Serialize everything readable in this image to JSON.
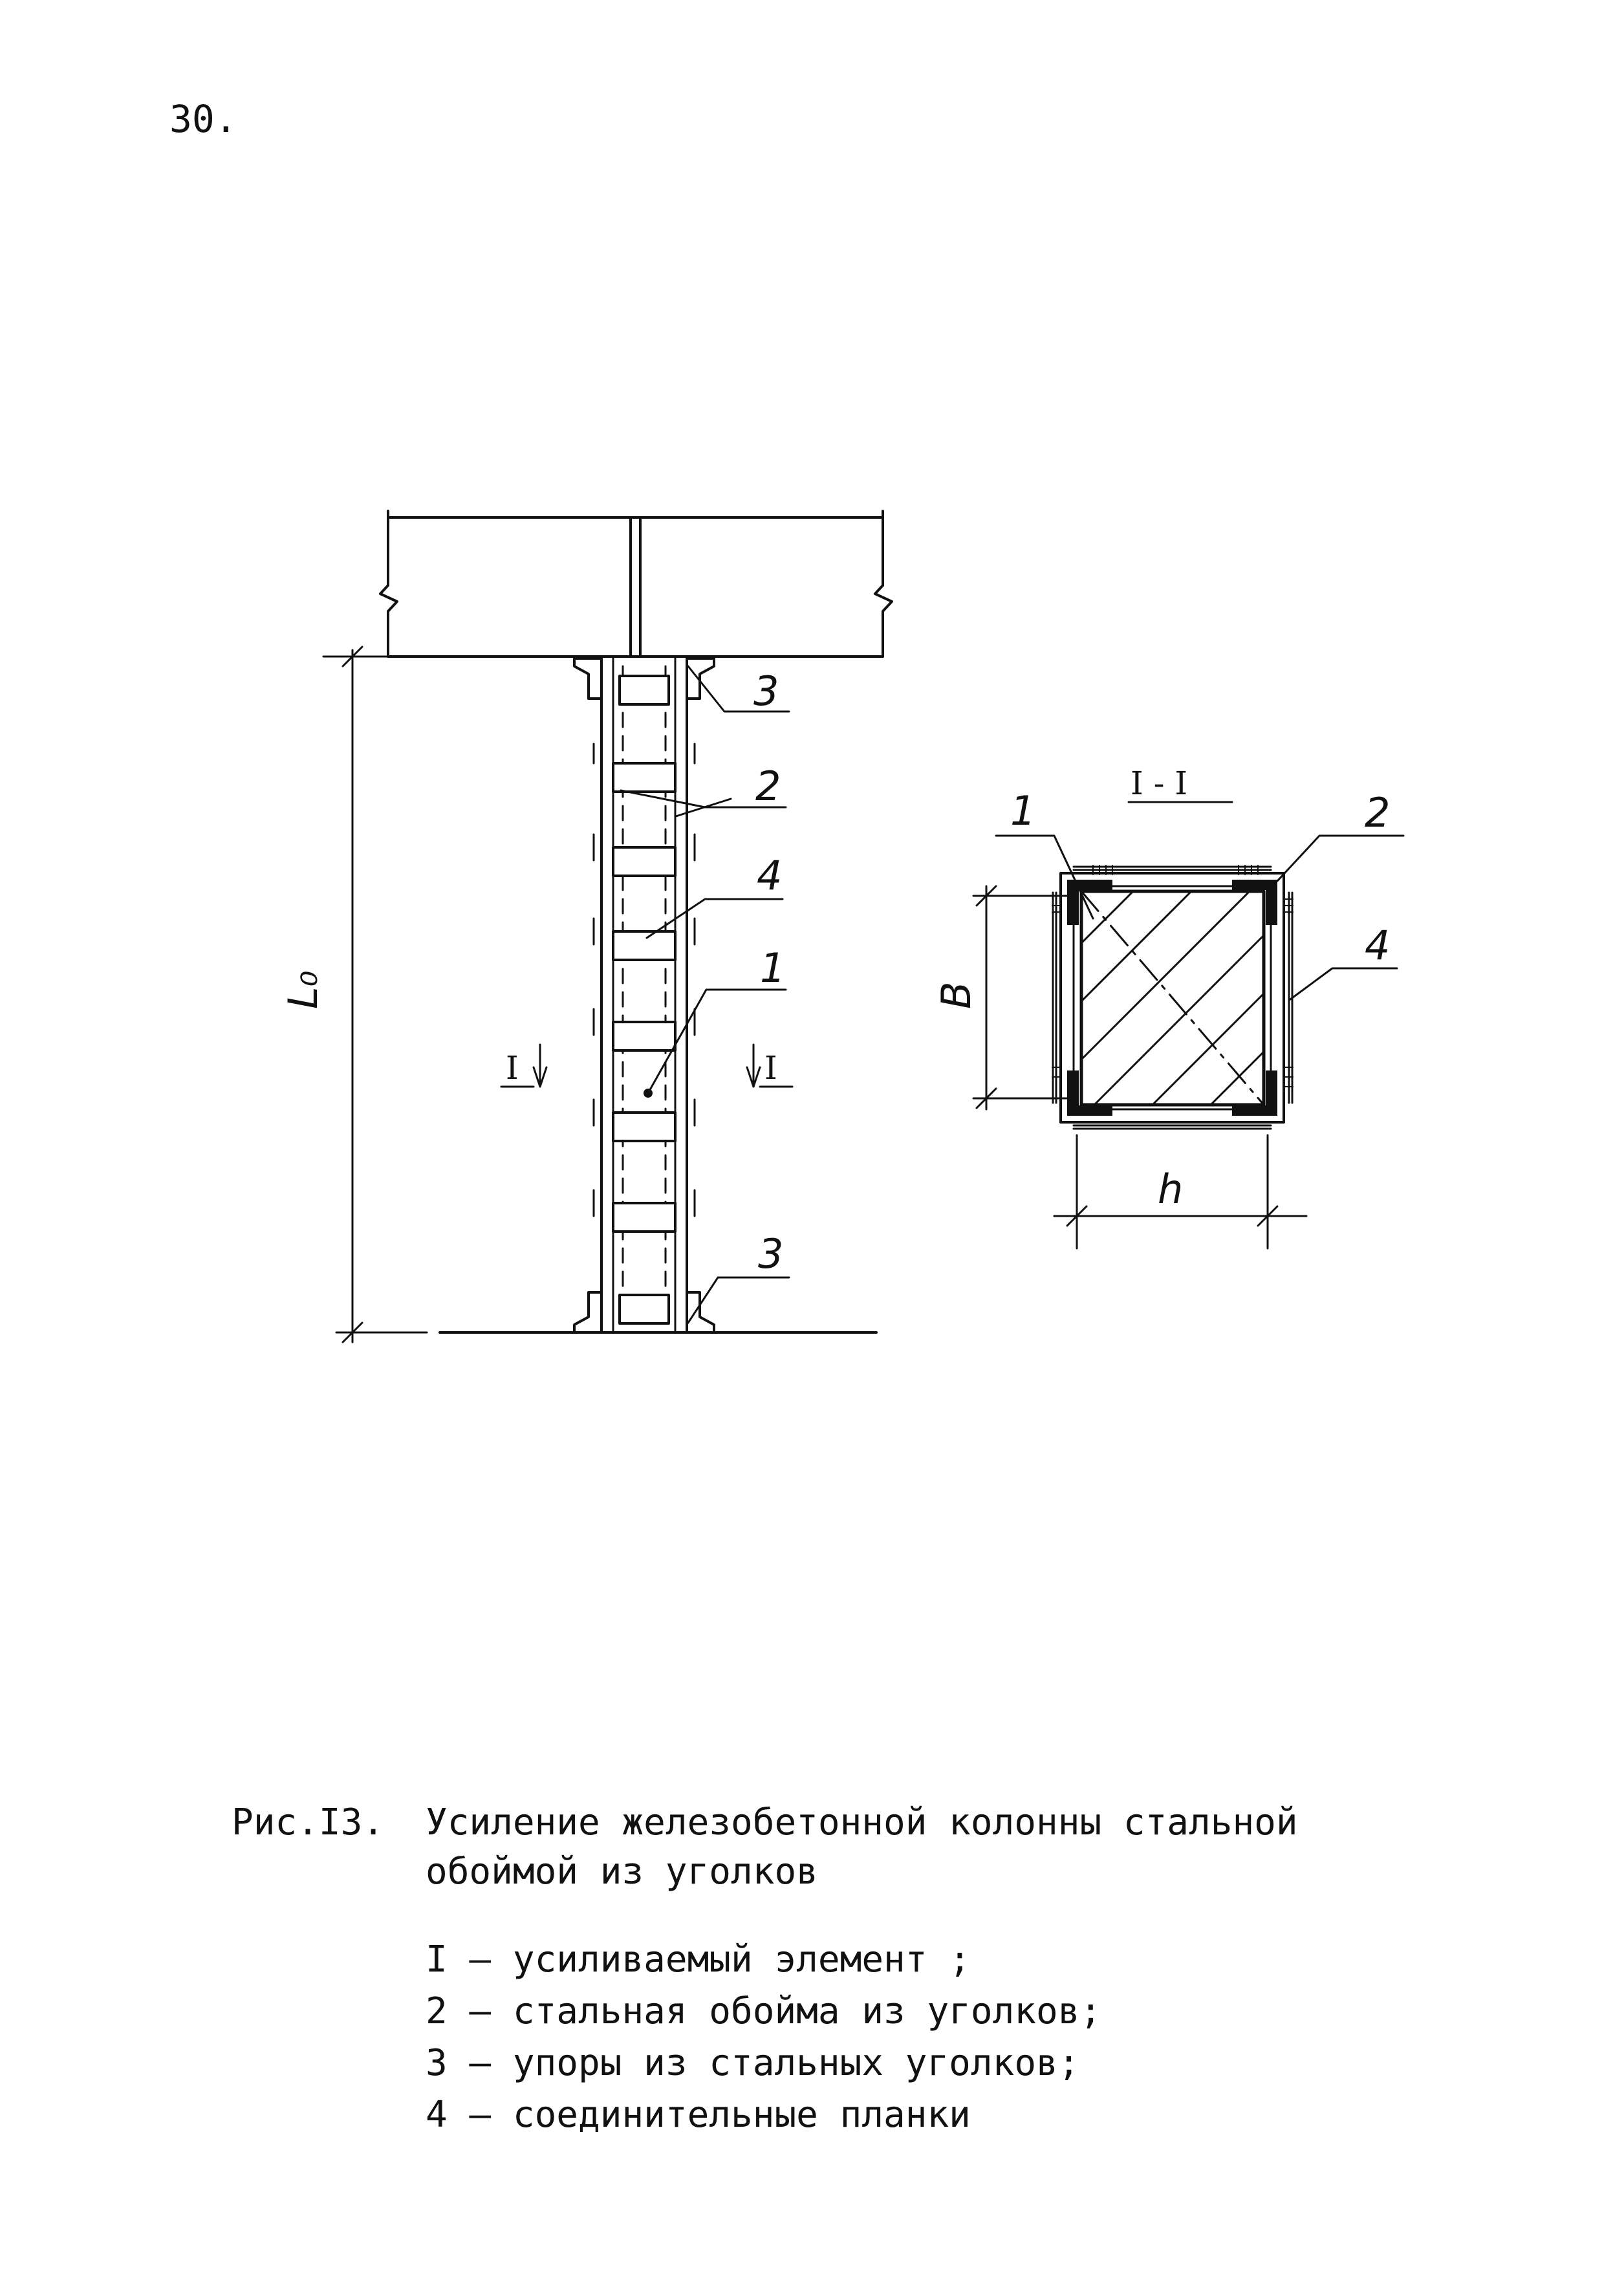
{
  "page": {
    "number": "30."
  },
  "figure": {
    "number": "Рис.I3.",
    "title_line1": "Усиление железобетонной колонны стальной",
    "title_line2": "обоймой из уголков",
    "legend": [
      {
        "key": "I",
        "text": "усиливаемый элемент ;"
      },
      {
        "key": "2",
        "text": "стальная обойма из уголков;"
      },
      {
        "key": "3",
        "text": "упоры из стальных уголков;"
      },
      {
        "key": "4",
        "text": "соединительные планки"
      }
    ]
  },
  "elevation": {
    "height_label": "L₀",
    "callouts": [
      "3",
      "2",
      "4",
      "1",
      "3"
    ],
    "section_mark_left": "I",
    "section_mark_right": "I"
  },
  "section": {
    "title": "I - I",
    "callouts": [
      "1",
      "2",
      "4"
    ],
    "dim_height": "B",
    "dim_width": "h"
  }
}
